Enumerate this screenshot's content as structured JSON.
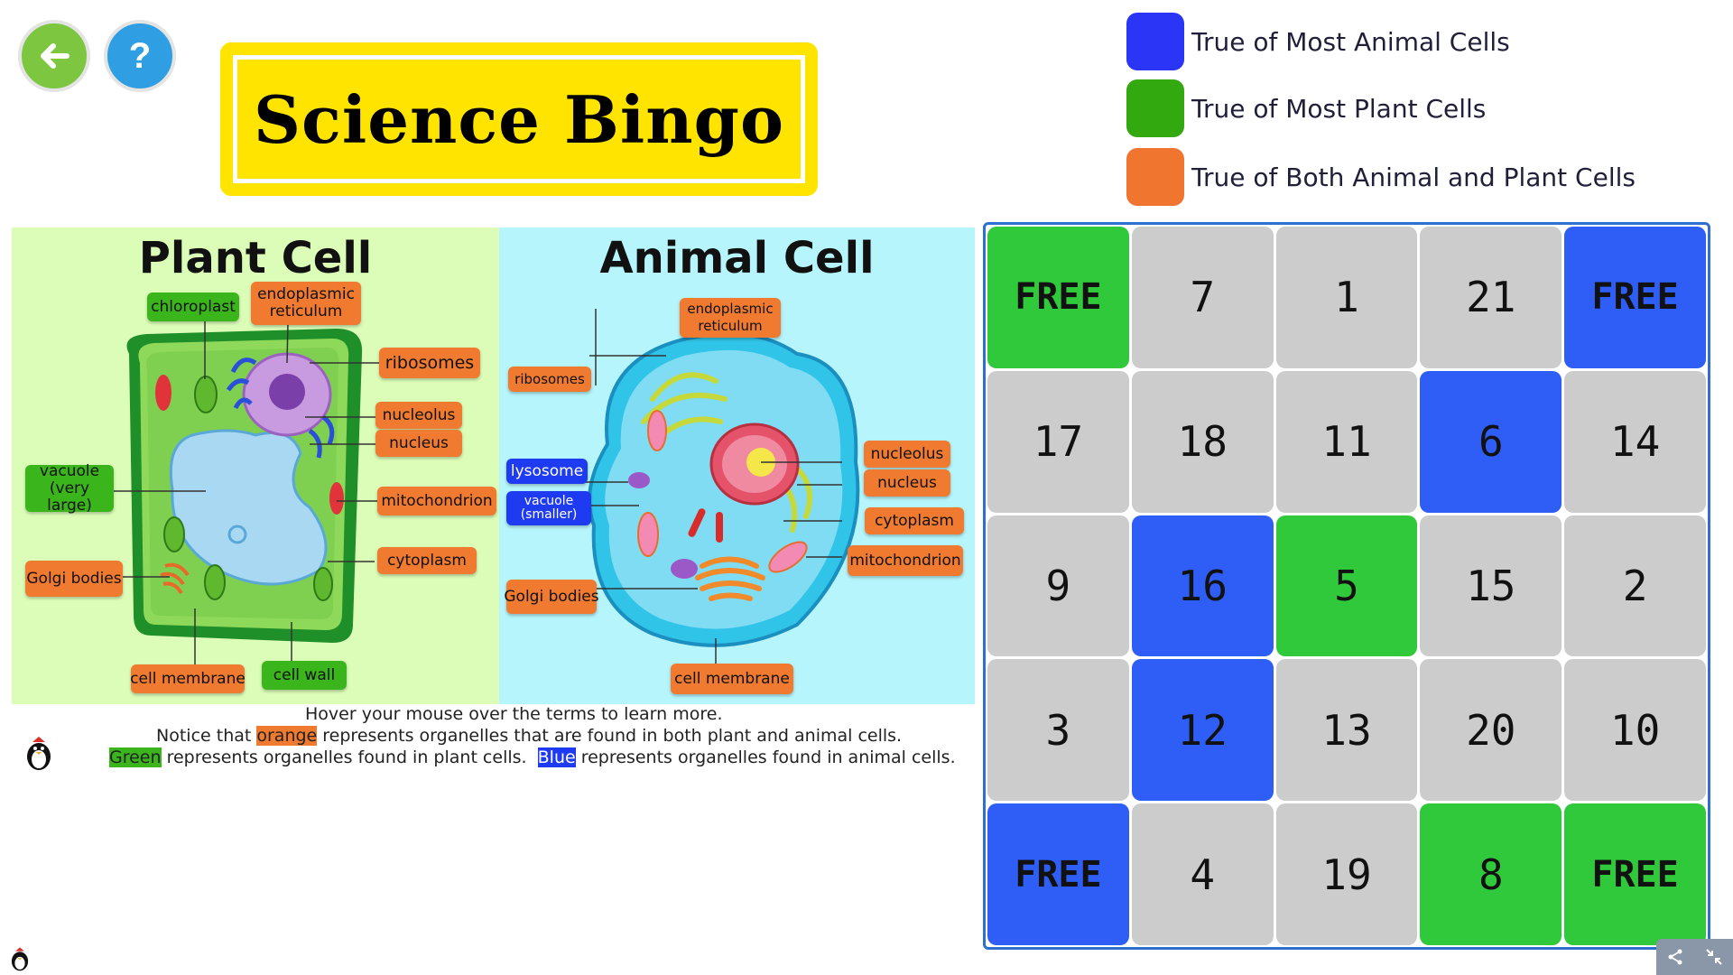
{
  "nav": {
    "back_icon": "←",
    "help_label": "?"
  },
  "title": "Science Bingo",
  "legend": [
    {
      "label": "True of Most Animal Cells",
      "color": "#2a35f5"
    },
    {
      "label": "True of Most Plant Cells",
      "color": "#33a910"
    },
    {
      "label": "True of Both Animal and Plant Cells",
      "color": "#f0752e"
    }
  ],
  "plant": {
    "title": "Plant Cell",
    "labels": {
      "chloroplast": "chloroplast",
      "er": "endoplasmic reticulum",
      "ribosomes": "ribosomes",
      "nucleolus": "nucleolus",
      "nucleus": "nucleus",
      "vacuole": "vacuole (very large)",
      "mitochondrion": "mitochondrion",
      "cytoplasm": "cytoplasm",
      "golgi": "Golgi bodies",
      "membrane": "cell membrane",
      "wall": "cell wall"
    }
  },
  "animal": {
    "title": "Animal Cell",
    "labels": {
      "er": "endoplasmic reticulum",
      "ribosomes": "ribosomes",
      "nucleolus": "nucleolus",
      "lysosome": "lysosome",
      "nucleus": "nucleus",
      "vacuole": "vacuole (smaller)",
      "cytoplasm": "cytoplasm",
      "mitochondrion": "mitochondrion",
      "golgi": "Golgi bodies",
      "membrane": "cell membrane"
    }
  },
  "info": {
    "line1": "Hover your mouse over the terms to learn more.",
    "line2_pre": "Notice that ",
    "line2_hl": "orange",
    "line2_post": " represents organelles that are found in both plant and animal cells.",
    "line3_hl1": "Green",
    "line3_mid": " represents organelles found in plant cells.  ",
    "line3_hl2": "Blue",
    "line3_post": " represents organelles found in animal cells."
  },
  "board": [
    {
      "text": "FREE",
      "color": "green",
      "free": true
    },
    {
      "text": "7",
      "color": "gray"
    },
    {
      "text": "1",
      "color": "gray"
    },
    {
      "text": "21",
      "color": "gray"
    },
    {
      "text": "FREE",
      "color": "blue",
      "free": true
    },
    {
      "text": "17",
      "color": "gray"
    },
    {
      "text": "18",
      "color": "gray"
    },
    {
      "text": "11",
      "color": "gray"
    },
    {
      "text": "6",
      "color": "blue"
    },
    {
      "text": "14",
      "color": "gray"
    },
    {
      "text": "9",
      "color": "gray"
    },
    {
      "text": "16",
      "color": "blue"
    },
    {
      "text": "5",
      "color": "green"
    },
    {
      "text": "15",
      "color": "gray"
    },
    {
      "text": "2",
      "color": "gray"
    },
    {
      "text": "3",
      "color": "gray"
    },
    {
      "text": "12",
      "color": "blue"
    },
    {
      "text": "13",
      "color": "gray"
    },
    {
      "text": "20",
      "color": "gray"
    },
    {
      "text": "10",
      "color": "gray"
    },
    {
      "text": "FREE",
      "color": "blue",
      "free": true
    },
    {
      "text": "4",
      "color": "gray"
    },
    {
      "text": "19",
      "color": "gray"
    },
    {
      "text": "8",
      "color": "green"
    },
    {
      "text": "FREE",
      "color": "green",
      "free": true
    }
  ],
  "toolbar": {
    "share_icon": "share-icon",
    "collapse_icon": "collapse-icon"
  }
}
